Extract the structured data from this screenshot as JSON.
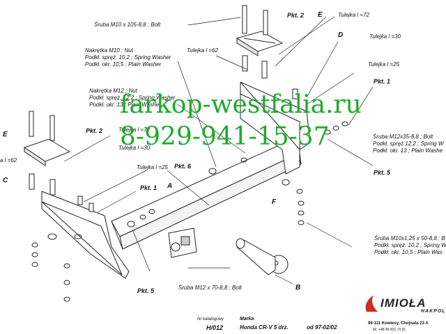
{
  "labels": {
    "bolt_m10": "Śruba M10 x 105-8,8 ; Bolt",
    "nut_m10": "Nakrętka M10 ; Nut",
    "spring_m10": "Podkł. spręż. 10,2 ; Spring Washer",
    "plain_m10": "Podkł. okr. 10,5 ; Plain Washer",
    "nut_m12": "Nakrętka M12 ; Nut",
    "spring_m12": "Podkł. spręż. 12,2 ; Spring Washer",
    "plain_m12": "Podkł. okr. 13 ; Plain Washer",
    "tulejka_72_top": "Tulejka l =72",
    "tulejka_62_top": "Tulejka l =62",
    "tulejka_30_top": "Tulejka l =30",
    "tulejka_25_top": "Tulejka l =25",
    "tulejka_72_mid": "Tulejka l =72",
    "tulejka_30_mid": "Tulejka l =30",
    "tulejka_25_mid": "Tulejka l =25",
    "tulejka_62_left": "a l =62",
    "bolt_m12x35": "Śruba M12x35-8,8 ; Bolt",
    "spring_m12_r": "Podkł. spręż.12,2 ; Spring W",
    "plain_m12_r": "Podkł. okr. 13 ; Plain Washe",
    "bolt_m10x125": "Śruba M10x1,25 x 50-8,8 ; B",
    "spring_m10_r": "Podkł. spręż. 10,2 ; Spring W",
    "plain_m10_r": "Podkł. okr. 10,5 ; Plain Was",
    "bolt_m12x70": "Śruba M12 x 70-8,8 ; Bolt"
  },
  "parts": {
    "a": "A",
    "b": "B",
    "c": "C",
    "d": "D",
    "e_top": "E",
    "e_left": "E",
    "f": "F",
    "pkt1_right": "Pkt. 1",
    "pkt1_mid": "Pkt. 1",
    "pkt2_top": "Pkt. 2",
    "pkt2_left": "Pkt. 2",
    "pkt5_right": "Pkt. 5",
    "pkt5_bottom": "Pkt. 5",
    "pkt6": "Pkt. 6"
  },
  "watermark": {
    "site": "farkop-westfalia.ru",
    "phone": "8-929-941-15-37"
  },
  "footer": {
    "catalog_label": "Nr katalogowy",
    "catalog_no": "H/012",
    "make_label": "Marka",
    "make": "Honda CR-V 5 drz.",
    "since": "od 97-02/02",
    "brand": "IMIOŁA",
    "brand_sub": "HAKPOL",
    "address": "96-111 Kowiesy, Chojnata 23 A",
    "phone": "tel. +48 46 831 73 31"
  },
  "colors": {
    "line": "#222222",
    "watermark": "#1faa2a",
    "logo_red": "#d32a1e"
  }
}
